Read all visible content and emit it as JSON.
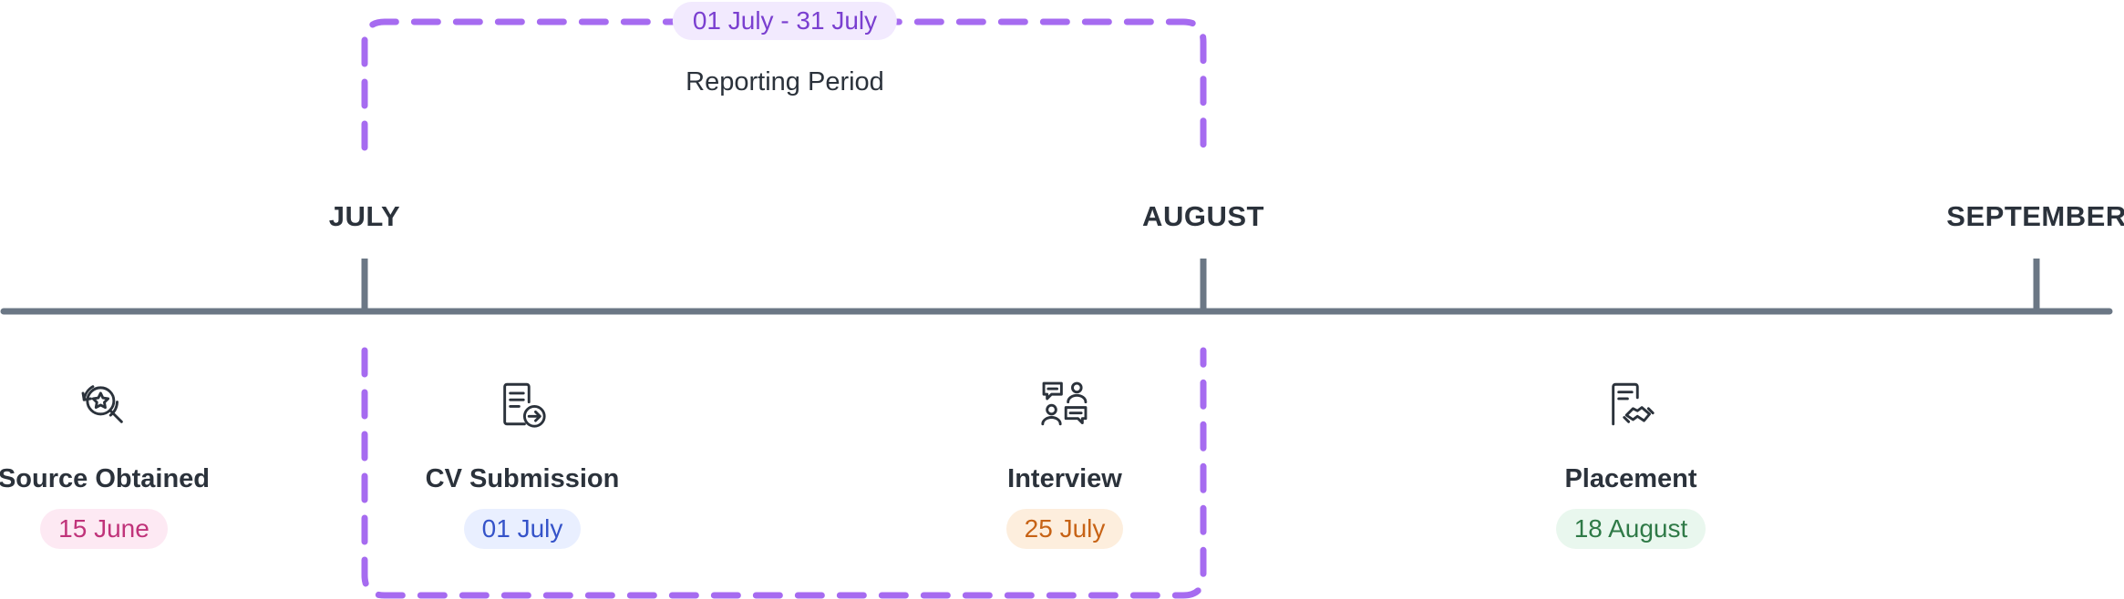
{
  "reporting_period": {
    "range_label": "01 July - 31 July",
    "title": "Reporting Period",
    "highlight_color": "#a66bf0"
  },
  "timeline": {
    "axis_color": "#6b7785",
    "months": [
      {
        "label": "JULY"
      },
      {
        "label": "AUGUST"
      },
      {
        "label": "SEPTEMBER"
      }
    ]
  },
  "events": [
    {
      "label": "Source Obtained",
      "date": "15 June",
      "icon": "search-star-icon",
      "accent": "#c0337a"
    },
    {
      "label": "CV Submission",
      "date": "01 July",
      "icon": "document-arrow-icon",
      "accent": "#3553c9"
    },
    {
      "label": "Interview",
      "date": "25 July",
      "icon": "people-chat-icon",
      "accent": "#c76316"
    },
    {
      "label": "Placement",
      "date": "18 August",
      "icon": "contract-handshake-icon",
      "accent": "#2f7a47"
    }
  ]
}
